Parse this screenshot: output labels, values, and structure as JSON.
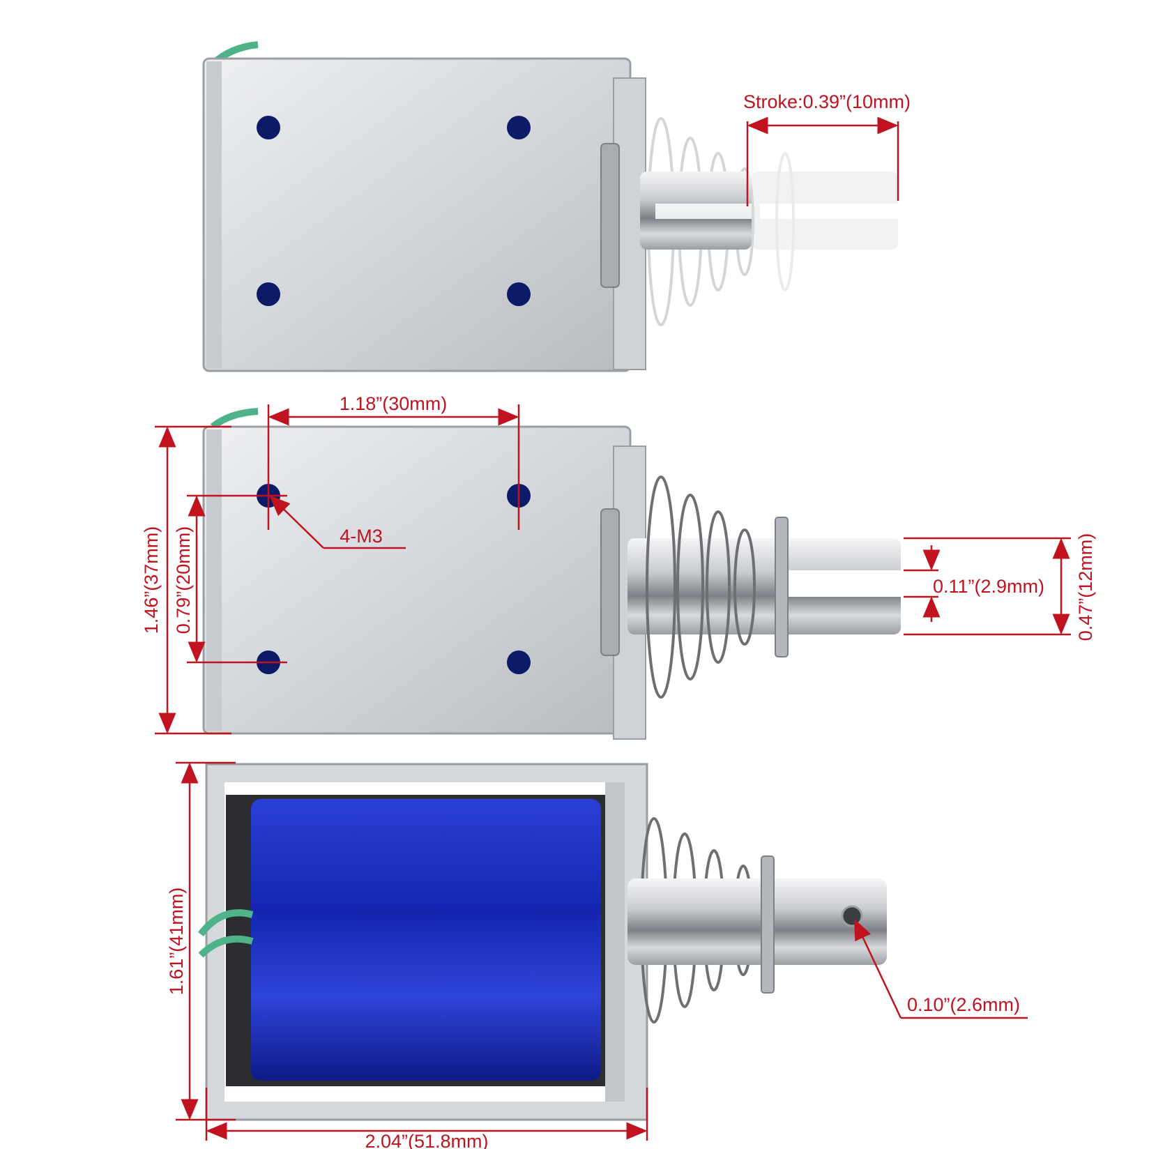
{
  "colors": {
    "dimension": "#c0121f",
    "steel_light": "#e3e5e8",
    "steel_mid": "#c3c6cb",
    "steel_dark": "#8a8e94",
    "hole": "#0d1a66",
    "coil": "#1a2dc4",
    "coil_dark": "#0e1a8a",
    "wire": "#4fb38a",
    "spring": "#6d6f73",
    "plunger": "#b9bcc1"
  },
  "labels": {
    "stroke": "Stroke:0.39”(10mm)",
    "hole_spacing_horizontal": "1.18”(30mm)",
    "mounting_holes": "4-M3",
    "height_body": "1.46”(37mm)",
    "hole_spacing_vertical": "0.79”(20mm)",
    "slot_width": "0.11”(2.9mm)",
    "plunger_diameter": "0.47”(12mm)",
    "frame_height": "1.61”(41mm)",
    "pin_hole": "0.10”(2.6mm)",
    "total_length": "2.04”(51.8mm)"
  }
}
